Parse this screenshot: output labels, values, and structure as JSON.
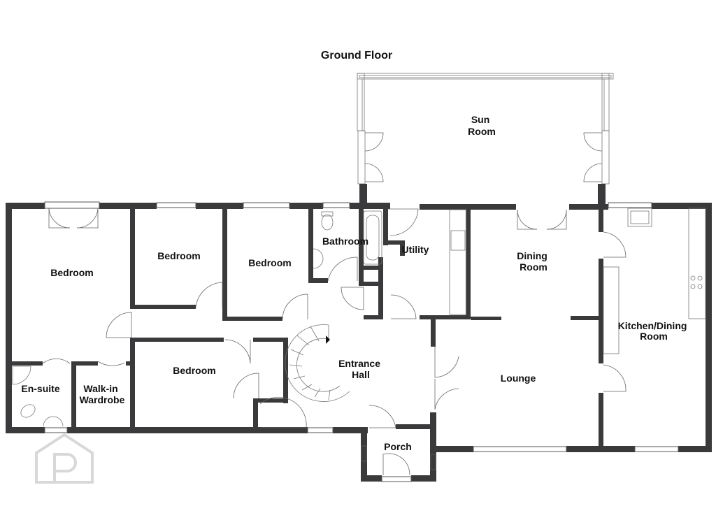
{
  "title": "Ground Floor",
  "rooms": {
    "sun_room": [
      "Sun",
      "Room"
    ],
    "bedroom_1": [
      "Bedroom"
    ],
    "bedroom_2": [
      "Bedroom"
    ],
    "bedroom_3": [
      "Bedroom"
    ],
    "bedroom_4": [
      "Bedroom"
    ],
    "bathroom": [
      "Bathroom"
    ],
    "utility": [
      "Utility"
    ],
    "dining_room": [
      "Dining",
      "Room"
    ],
    "kitchen_dining": [
      "Kitchen/Dining",
      "Room"
    ],
    "en_suite": [
      "En-suite"
    ],
    "walk_in_wardrobe": [
      "Walk-in",
      "Wardrobe"
    ],
    "entrance_hall": [
      "Entrance",
      "Hall"
    ],
    "lounge": [
      "Lounge"
    ],
    "porch": [
      "Porch"
    ]
  },
  "watermark": {
    "icon": "property-logo-icon",
    "color": "#d8d8d8"
  },
  "colors": {
    "wall": "#3a3a3c",
    "background": "#ffffff"
  }
}
